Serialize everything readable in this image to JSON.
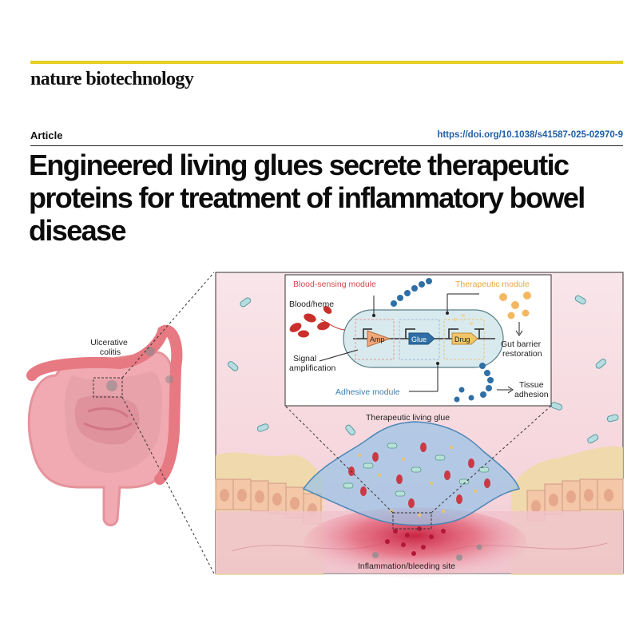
{
  "journal": {
    "name": "nature biotechnology"
  },
  "article": {
    "type_label": "Article",
    "doi": "https://doi.org/10.1038/s41587-025-02970-9",
    "title": "Engineered living glues secrete therapeutic proteins for treatment of inflammatory bowel disease"
  },
  "figure": {
    "colon_label": "Ulcerative\ncolitis",
    "modules": {
      "blood_sensing": "Blood-sensing module",
      "therapeutic": "Therapeutic module",
      "adhesive": "Adhesive module"
    },
    "labels": {
      "blood_heme": "Blood/heme",
      "signal_amplification": "Signal\namplification",
      "gut_barrier": "Gut barrier\nrestoration",
      "tissue_adhesion": "Tissue\nadhesion",
      "therapeutic_glue": "Therapeutic living glue",
      "inflammation_site": "Inflammation/bleeding site"
    },
    "genes": {
      "amp": "Amp",
      "glue": "Glue",
      "drug": "Drug"
    },
    "colors": {
      "accent_bar": "#e6cf22",
      "doi_link": "#1f5fa8",
      "blood_module": "#d14a4a",
      "therapeutic_module": "#e6a93e",
      "adhesive_module": "#3a7fb0",
      "glue": "#9cc3e6"
    }
  }
}
